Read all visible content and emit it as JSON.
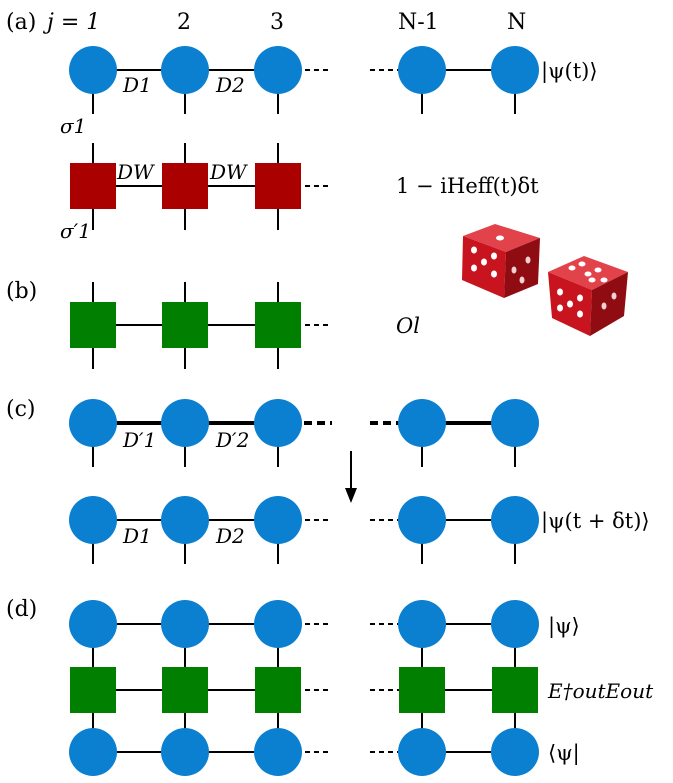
{
  "panels": {
    "a": "(a)",
    "b": "(b)",
    "c": "(c)",
    "d": "(d)"
  },
  "site_labels": {
    "j1": "j = 1",
    "j2": "2",
    "j3": "3",
    "jn1": "N-1",
    "jn": "N"
  },
  "bond_labels": {
    "D1": "D1",
    "D2": "D2",
    "DW": "DW",
    "D1p": "D′1",
    "D2p": "D′2"
  },
  "index_labels": {
    "sigma1": "σ1",
    "sigma1p": "σ′1"
  },
  "state_labels": {
    "psi_t": "|ψ(t)⟩",
    "evolution": "1 − iHeff(t)δt",
    "observable": "Ol",
    "psi_t_dt": "|ψ(t + δt)⟩",
    "ket": "|ψ⟩",
    "operator": "E†outEout",
    "bra": "⟨ψ|"
  },
  "colors": {
    "mps_tensor": "#0b80d0",
    "mpo_tensor": "#aa0000",
    "green_tensor": "#007f00",
    "dice_red": "#c8141e",
    "dice_pip": "#ffffff"
  },
  "icons": {
    "dice": "red-dice-pair-icon"
  }
}
